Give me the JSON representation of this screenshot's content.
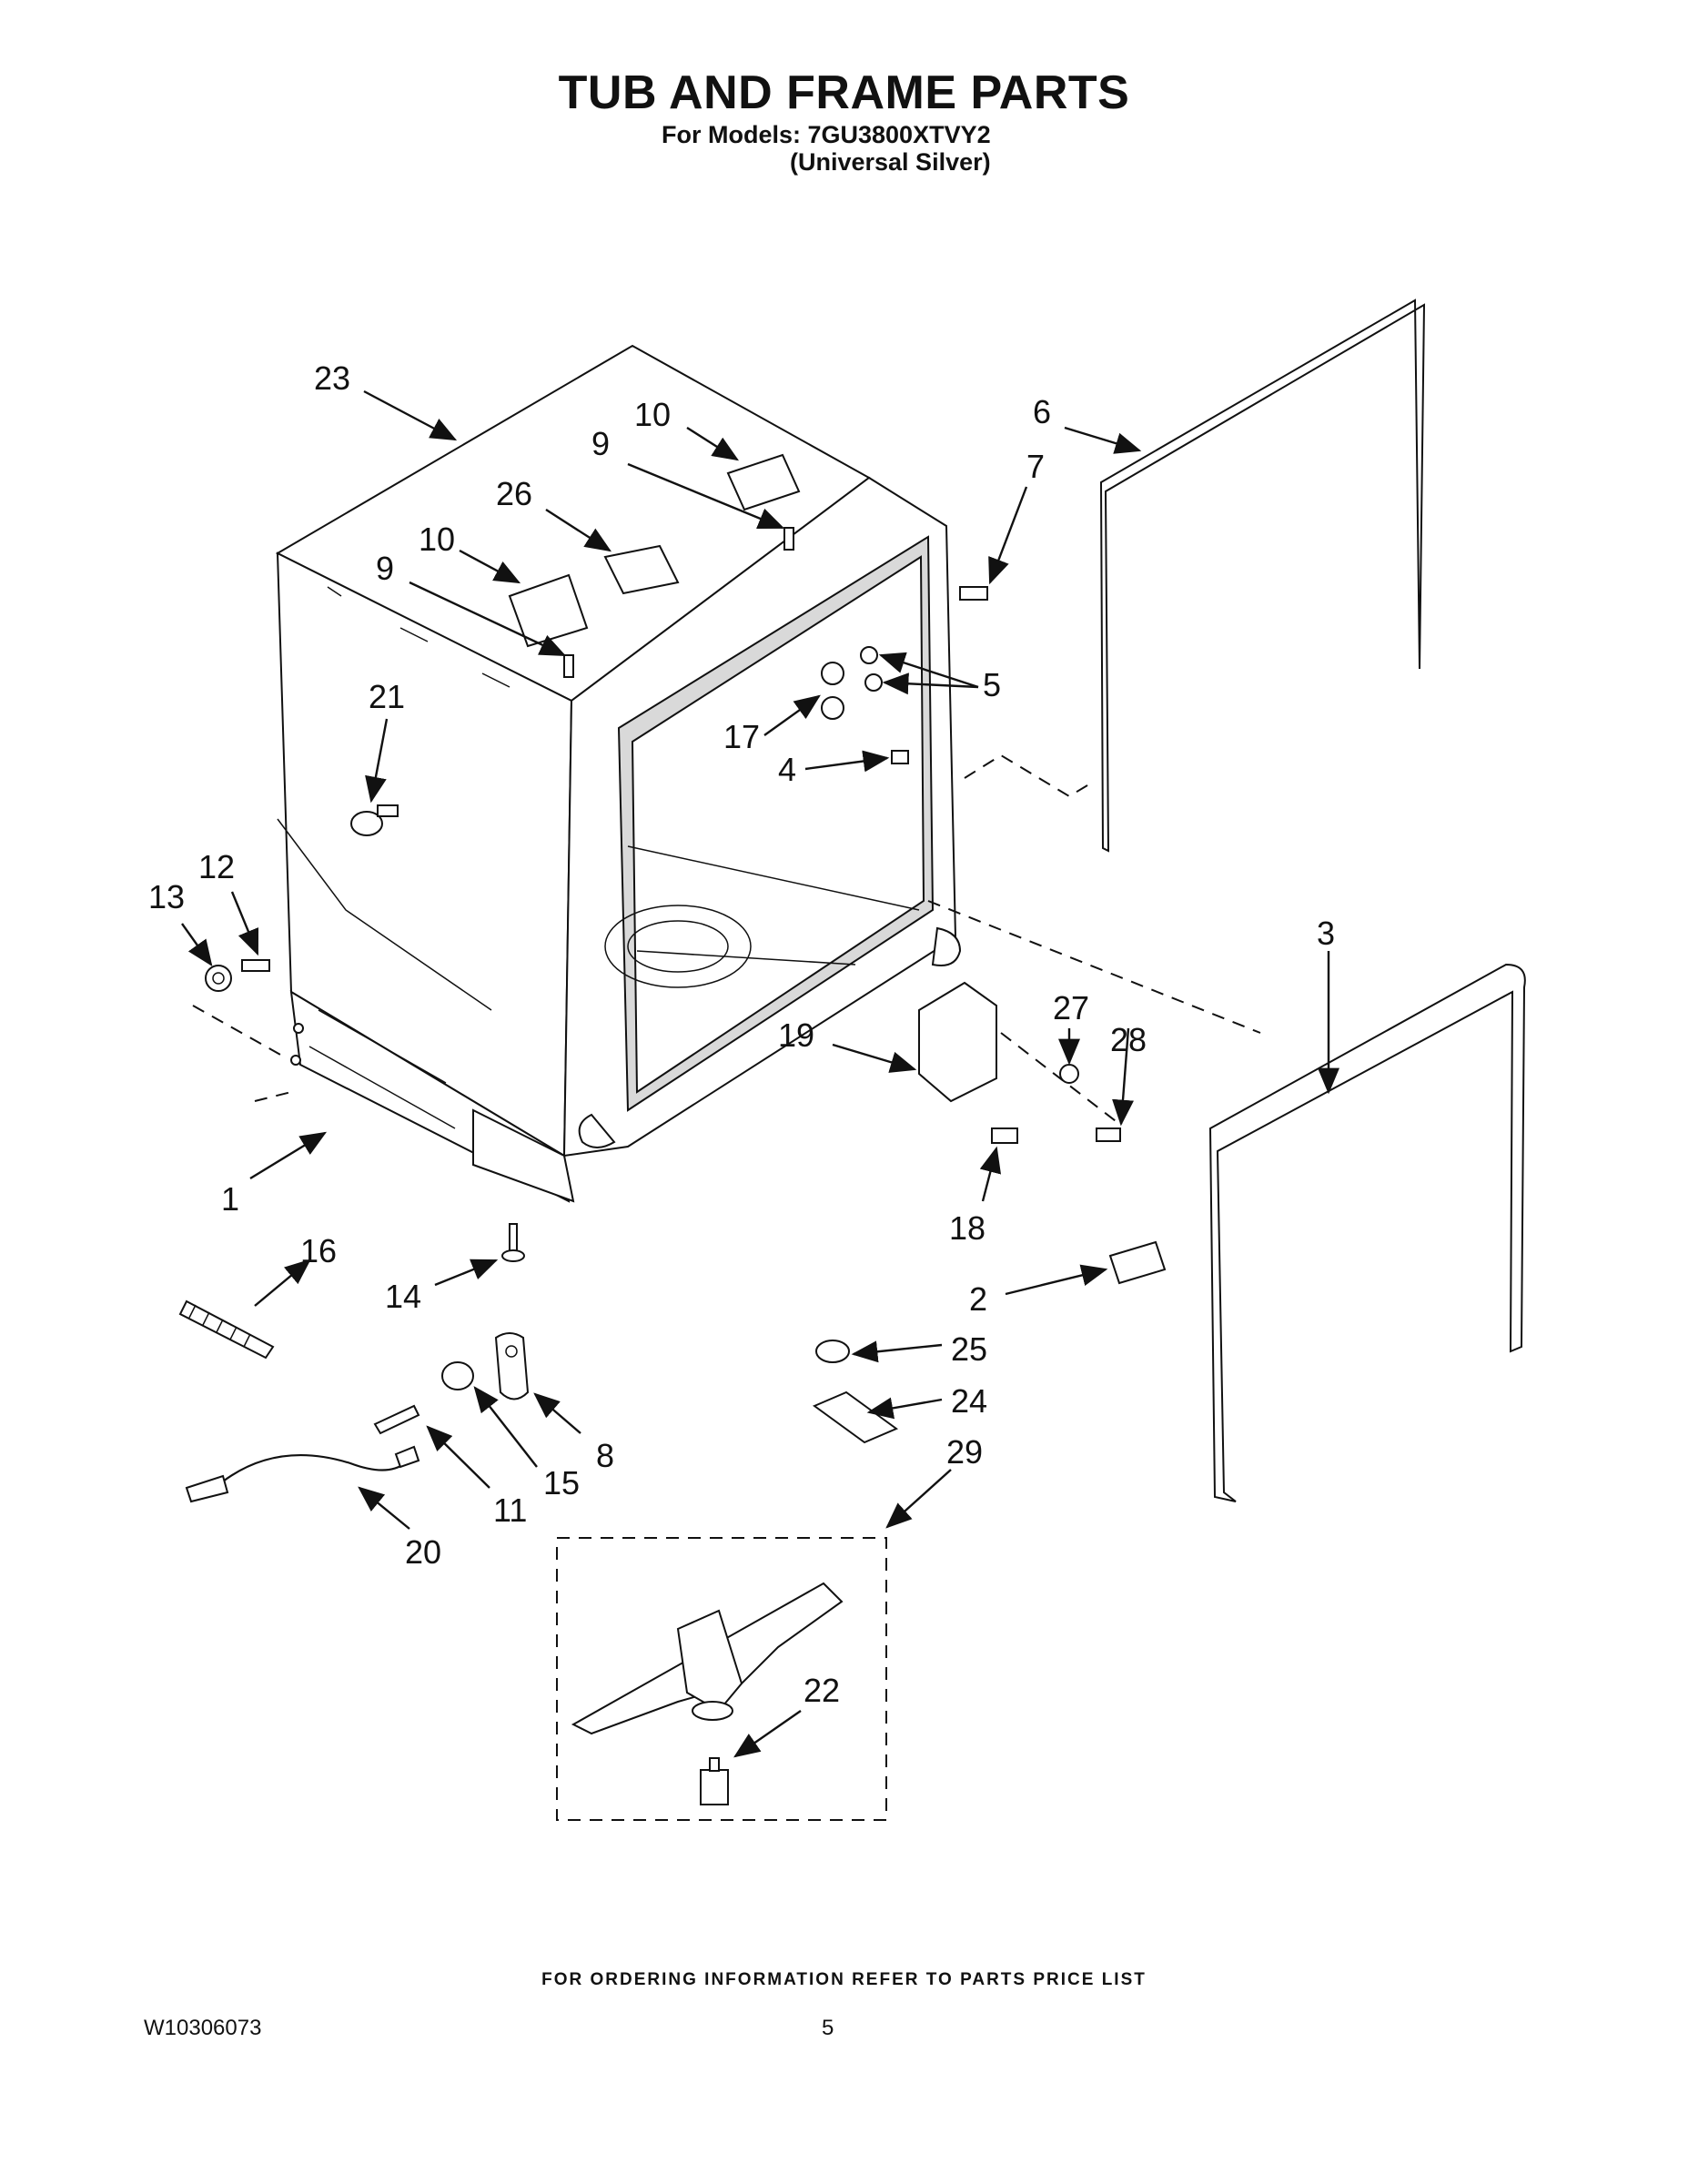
{
  "header": {
    "title": "TUB AND FRAME PARTS",
    "models_line": "For Models: 7GU3800XTVY2",
    "variant_line": "(Universal Silver)"
  },
  "callouts": [
    "23",
    "10",
    "9",
    "26",
    "10",
    "9",
    "21",
    "12",
    "13",
    "1",
    "6",
    "7",
    "5",
    "17",
    "4",
    "3",
    "27",
    "28",
    "19",
    "18",
    "16",
    "14",
    "2",
    "25",
    "24",
    "8",
    "15",
    "11",
    "20",
    "29",
    "22"
  ],
  "footer": {
    "ordering_note": "FOR ORDERING INFORMATION REFER TO PARTS PRICE LIST",
    "doc_number": "W10306073",
    "page_number": "5"
  }
}
